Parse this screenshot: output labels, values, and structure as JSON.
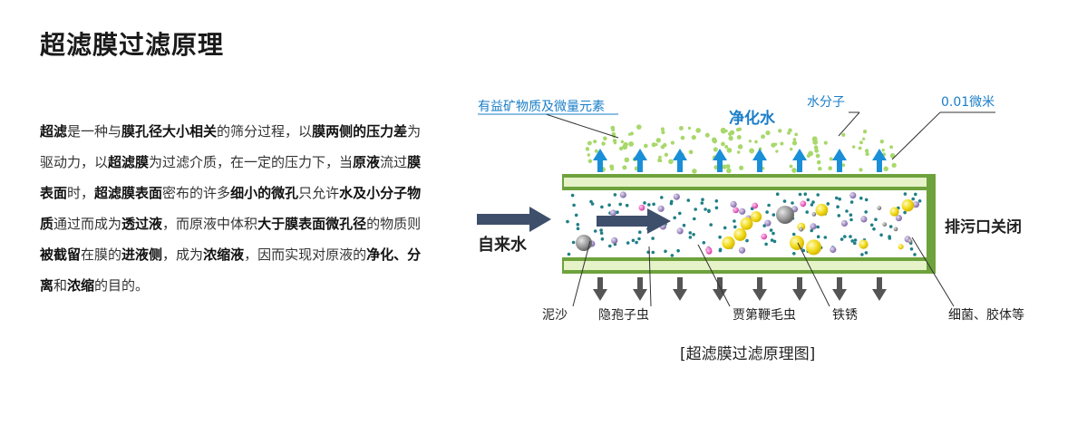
{
  "page_title": "超滤膜过滤原理",
  "description_segments": [
    {
      "t": "超滤",
      "b": true
    },
    {
      "t": "是一种与",
      "b": false
    },
    {
      "t": "膜孔径大小相关",
      "b": true
    },
    {
      "t": "的筛分过程，以",
      "b": false
    },
    {
      "t": "膜两侧的压力差",
      "b": true
    },
    {
      "t": "为驱动力，以",
      "b": false
    },
    {
      "t": "超滤膜",
      "b": true
    },
    {
      "t": "为过滤介质，在一定的压力下，当",
      "b": false
    },
    {
      "t": "原液",
      "b": true
    },
    {
      "t": "流过",
      "b": false
    },
    {
      "t": "膜表面",
      "b": true
    },
    {
      "t": "时，",
      "b": false
    },
    {
      "t": "超滤膜表面",
      "b": true
    },
    {
      "t": "密布的许多",
      "b": false
    },
    {
      "t": "细小的微孔",
      "b": true
    },
    {
      "t": "只允许",
      "b": false
    },
    {
      "t": "水及小分子物质",
      "b": true
    },
    {
      "t": "通过而成为",
      "b": false
    },
    {
      "t": "透过液",
      "b": true
    },
    {
      "t": "，而原液中体积",
      "b": false
    },
    {
      "t": "大于膜表面微孔径",
      "b": true
    },
    {
      "t": "的物质则",
      "b": false
    },
    {
      "t": "被截留",
      "b": true
    },
    {
      "t": "在膜的",
      "b": false
    },
    {
      "t": "进液侧",
      "b": true
    },
    {
      "t": "，成为",
      "b": false
    },
    {
      "t": "浓缩液",
      "b": true
    },
    {
      "t": "，因而实现对原液的",
      "b": false
    },
    {
      "t": "净化、分离",
      "b": true
    },
    {
      "t": "和",
      "b": false
    },
    {
      "t": "浓缩",
      "b": true
    },
    {
      "t": "的目的。",
      "b": false
    }
  ],
  "diagram": {
    "labels": {
      "minerals": "有益矿物质及微量元素",
      "purified_water": "净化水",
      "water_molecule": "水分子",
      "pore_size": "0.01微米",
      "tap_water": "自来水",
      "drain_closed": "排污口关闭",
      "sediment": "泥沙",
      "cryptosporidium": "隐孢子虫",
      "giardia": "贾第鞭毛虫",
      "rust": "铁锈",
      "bacteria_colloids": "细菌、胶体等"
    },
    "colors": {
      "membrane_green": "#6ea23c",
      "membrane_light": "#e6f2c8",
      "up_arrow": "#1a8fd8",
      "down_arrow": "#555555",
      "flow_arrow": "#3e4f6b",
      "label_blue": "#1a7ec8",
      "mineral_dot": "#a8d86a",
      "teal_dot": "#1f7f86",
      "purple_dot": "#9480b8",
      "yellow_particle": "#f2dc1e",
      "pink_dot": "#e85ac0",
      "gray_particle": "#9a9a9a"
    },
    "caption": "[超滤膜过滤原理图]"
  }
}
